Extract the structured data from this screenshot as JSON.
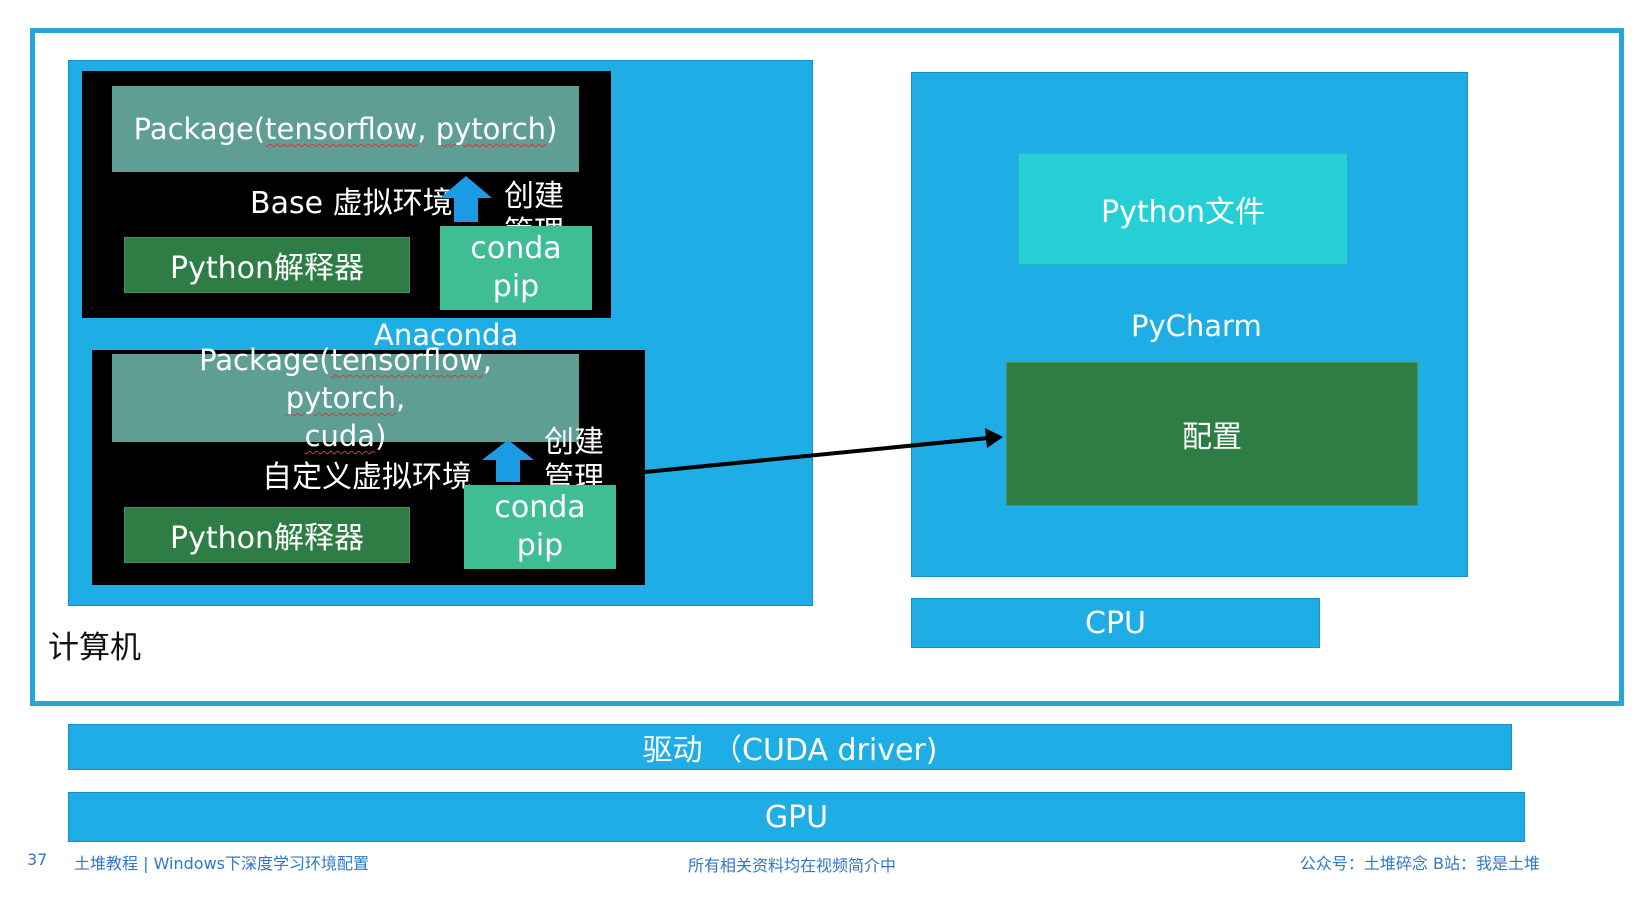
{
  "computer": {
    "label": "计算机"
  },
  "anaconda": {
    "label": "Anaconda",
    "base_env": {
      "package": {
        "prefix": "Package(",
        "w1": "tensorflow",
        "sep": ", ",
        "w2": "pytorch",
        "suffix": ")"
      },
      "label": "Base 虚拟环境",
      "create": "创建",
      "manage": "管理",
      "interpreter": "Python解释器",
      "conda": "conda",
      "pip": "pip"
    },
    "custom_env": {
      "package": {
        "prefix": "Package(",
        "w1": "tensorflow",
        "sep": ", ",
        "w2": "pytorch",
        "comma": ",",
        "w3": "cuda",
        "suffix": ")"
      },
      "label": "自定义虚拟环境",
      "create": "创建",
      "manage": "管理",
      "interpreter": "Python解释器",
      "conda": "conda",
      "pip": "pip"
    }
  },
  "pycharm": {
    "label": "PyCharm",
    "file": "Python文件",
    "config": "配置"
  },
  "cpu": {
    "label": "CPU"
  },
  "driver": {
    "label": "驱动 （CUDA driver)"
  },
  "gpu": {
    "label": "GPU"
  },
  "footer": {
    "page": "37",
    "course": "土堆教程 | Windows下深度学习环境配置",
    "center": "所有相关资料均在视频简介中",
    "right": "公众号：土堆碎念   B站：我是土堆"
  },
  "colors": {
    "frame": "#2aa6d6",
    "blue": "#1eaee5",
    "package": "#5f9e95",
    "interpreter": "#2e7d44",
    "conda": "#3fbd94",
    "python_file": "#26cfd6",
    "footer_text": "#2e78c9"
  },
  "icons": {
    "up_arrow": "up-arrow-icon",
    "connector": "arrow-connector"
  }
}
